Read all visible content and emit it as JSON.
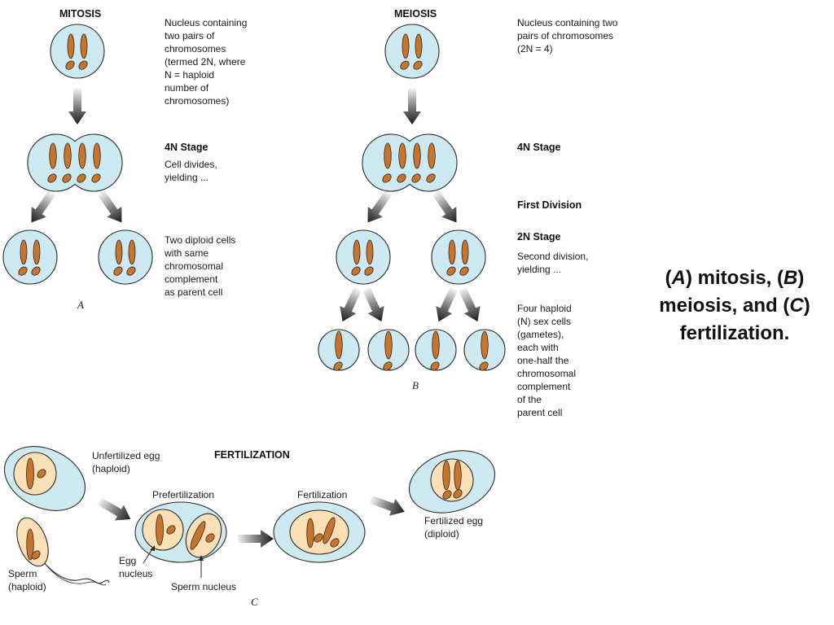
{
  "mitosis": {
    "title": "MITOSIS",
    "parent_desc": "Nucleus containing\ntwo pairs of\nchromosomes\n(termed 2N, where\nN = haploid\nnumber of\nchromosomes)",
    "stage_title": "4N Stage",
    "stage_desc": "Cell divides,\nyielding ...",
    "result_desc": "Two diploid cells\nwith same\nchromosomal\ncomplement\nas parent cell",
    "panel_label": "A"
  },
  "meiosis": {
    "title": "MEIOSIS",
    "parent_desc": "Nucleus containing two\npairs of chromosomes\n(2N = 4)",
    "stage_4n": "4N Stage",
    "first_division": "First Division",
    "stage_2n": "2N Stage",
    "second_division": "Second division,\nyielding ...",
    "result_desc": "Four haploid\n(N) sex cells\n(gametes),\neach with\none-half the\nchromosomal\ncomplement\nof the\nparent cell",
    "panel_label": "B"
  },
  "fertilization": {
    "title": "FERTILIZATION",
    "unfertilized_egg": "Unfertilized egg\n(haploid)",
    "prefertilization": "Prefertilization",
    "fertilization_label": "Fertilization",
    "fertilized_egg": "Fertilized egg\n(diploid)",
    "sperm": "Sperm\n(haploid)",
    "egg_nucleus": "Egg\nnucleus",
    "sperm_nucleus": "Sperm nucleus",
    "panel_label": "C"
  },
  "caption": {
    "A": "A",
    "mitosis": ") mitosis, (",
    "B": "B",
    "meiosis": ")\nmeiosis, and (",
    "C": "C",
    "fertilization": ")\nfertilization."
  },
  "colors": {
    "cell_fill": "#cde9f2",
    "chromosome": "#c8742a",
    "nucleus_fill": "#fbe0b6",
    "outline": "#2a2a2a"
  }
}
